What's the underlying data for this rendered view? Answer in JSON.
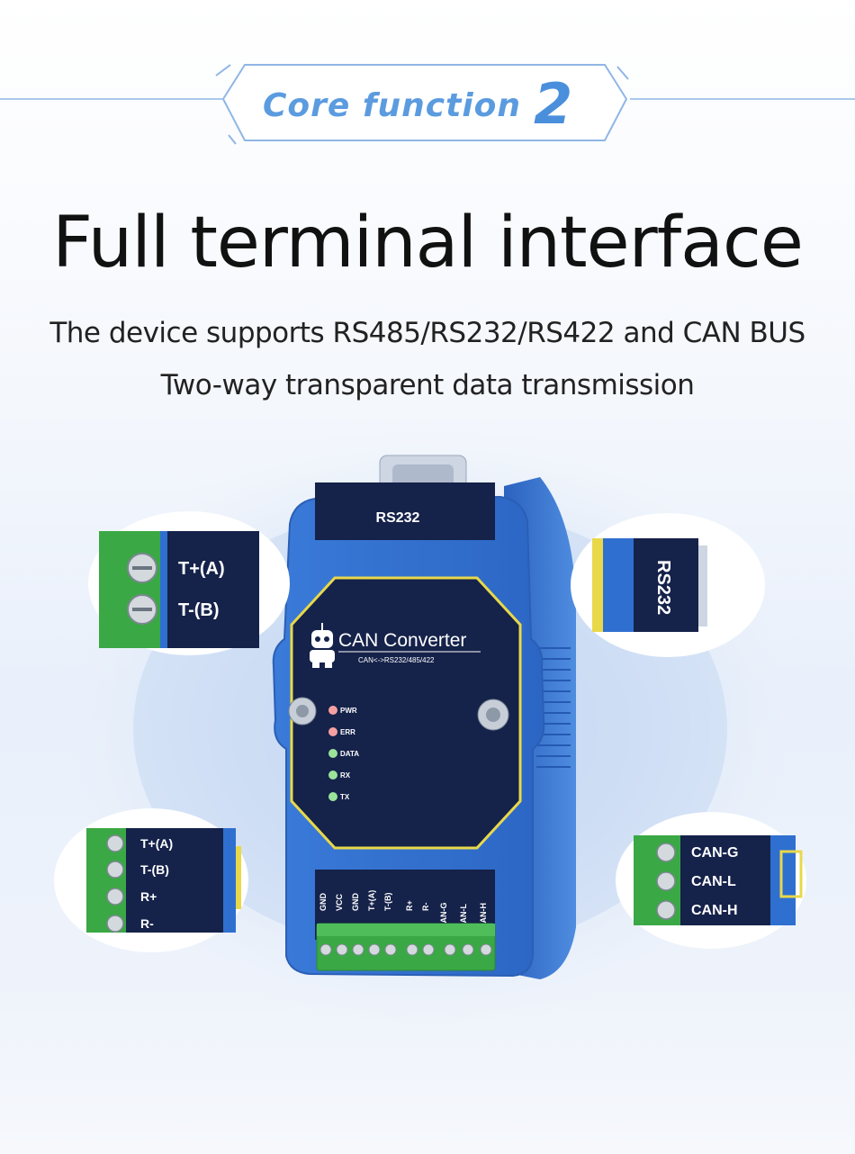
{
  "header": {
    "badge_text": "Core  function",
    "badge_number": "2",
    "title": "Full terminal interface",
    "subtitle_1": "The device supports RS485/RS232/RS422 and CAN BUS",
    "subtitle_2": "Two-way transparent data transmission"
  },
  "device": {
    "top_port_label": "RS232",
    "brand_name": "CAN Converter",
    "brand_subtitle": "CAN<->RS232/485/422",
    "leds": [
      {
        "label": "PWR",
        "color": "#f5a0a0"
      },
      {
        "label": "ERR",
        "color": "#f5a0a0"
      },
      {
        "label": "DATA",
        "color": "#9be39b"
      },
      {
        "label": "RX",
        "color": "#9be39b"
      },
      {
        "label": "TX",
        "color": "#9be39b"
      }
    ],
    "terminal_labels": [
      "GND",
      "VCC",
      "GND",
      "T+(A)",
      "T-(B)",
      "R+",
      "R-",
      "CAN-G",
      "CAN-L",
      "CAN-H"
    ]
  },
  "callouts": {
    "top_left": [
      "T+(A)",
      "T-(B)"
    ],
    "top_right": "RS232",
    "bottom_left": [
      "T+(A)",
      "T-(B)",
      "R+",
      "R-"
    ],
    "bottom_right": [
      "CAN-G",
      "CAN-L",
      "CAN-H"
    ]
  },
  "colors": {
    "accent_blue": "#5b9bdf",
    "device_blue": "#2f6fd0",
    "label_navy": "#13244f",
    "terminal_green": "#3aa844",
    "outline_yellow": "#e8d84a"
  }
}
